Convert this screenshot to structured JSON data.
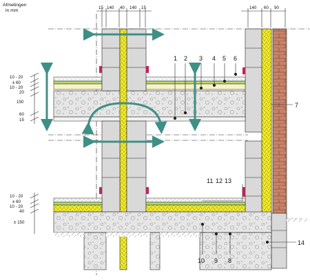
{
  "header": {
    "line1": "Afmetingen",
    "line2": "in mm"
  },
  "top_dims": [
    "15",
    "140",
    "40",
    "140",
    "15"
  ],
  "right_dims": [
    "140",
    "60",
    "90"
  ],
  "left_dims_top": [
    "10 - 20",
    "± 60",
    "10 - 20",
    "20",
    "150",
    "60",
    "15"
  ],
  "left_dims_bottom": [
    "10 - 20",
    "± 60",
    "10 - 20",
    "40",
    "± 150"
  ],
  "callouts": {
    "c1": "1",
    "c2": "2",
    "c3": "3",
    "c4": "4",
    "c5": "5",
    "c6": "6",
    "c7": "7",
    "c8": "8",
    "c9": "9",
    "c10": "10",
    "c11": "11",
    "c12": "12",
    "c13": "13",
    "c14": "14"
  },
  "colors": {
    "concrete": "#e6e6e6",
    "insulation": "#f3ea2a",
    "acoustic": "#b5dd6a",
    "brick": "#c8826a",
    "arrow": "#3f8f86",
    "seal": "#c0245a",
    "block": "#d9d9d9"
  }
}
